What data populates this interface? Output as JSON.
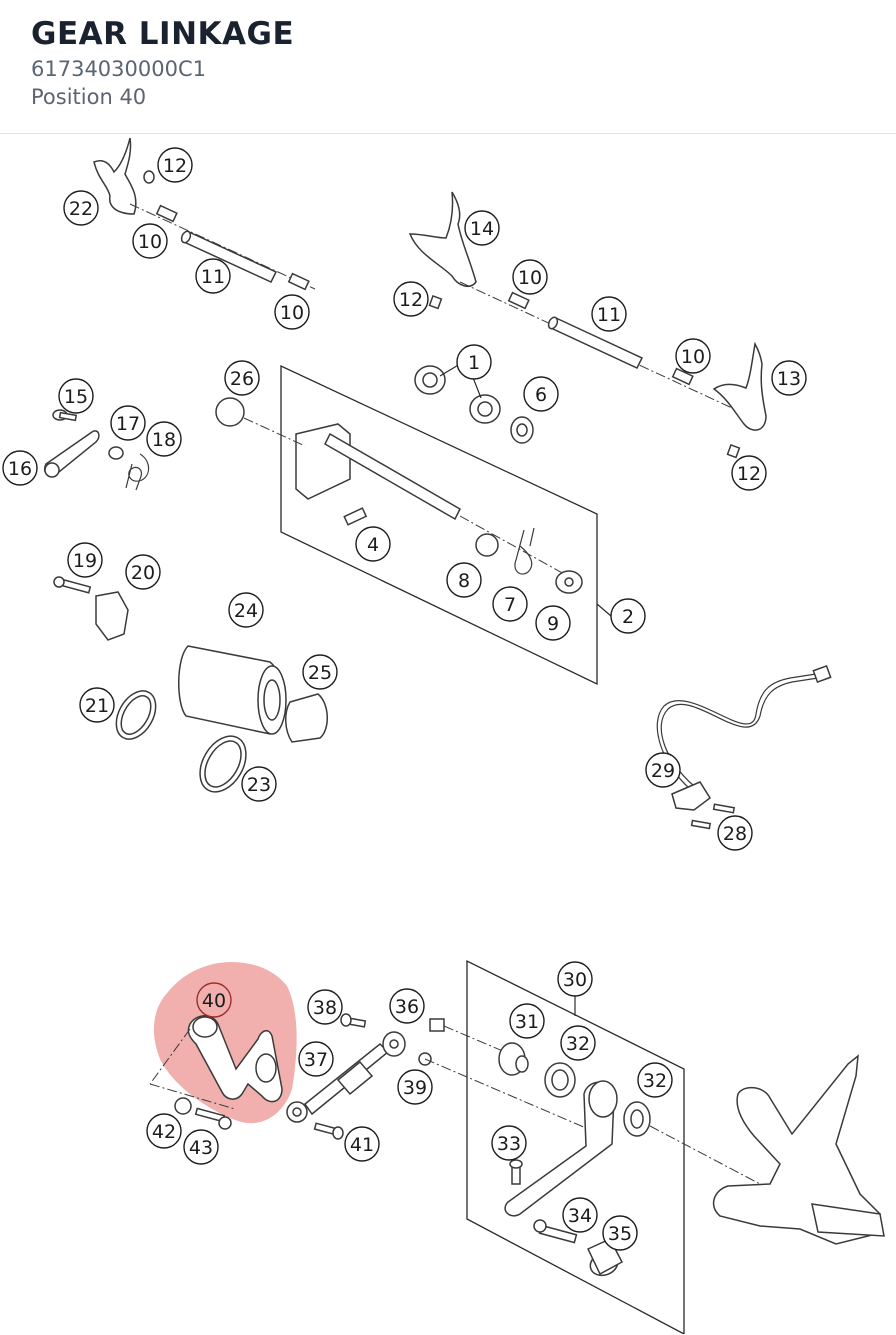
{
  "header": {
    "title": "GEAR LINKAGE",
    "part_number": "61734030000C1",
    "position_label": "Position 40"
  },
  "diagram": {
    "highlight_color": "#e0504a",
    "highlighted_position": "40",
    "callouts": [
      "12",
      "22",
      "10",
      "11",
      "10",
      "14",
      "10",
      "12",
      "11",
      "10",
      "13",
      "12",
      "1",
      "6",
      "26",
      "15",
      "17",
      "18",
      "16",
      "4",
      "8",
      "7",
      "9",
      "2",
      "19",
      "20",
      "24",
      "25",
      "21",
      "23",
      "29",
      "28",
      "30",
      "40",
      "38",
      "36",
      "31",
      "32",
      "37",
      "39",
      "32",
      "42",
      "43",
      "41",
      "33",
      "34",
      "35"
    ]
  }
}
